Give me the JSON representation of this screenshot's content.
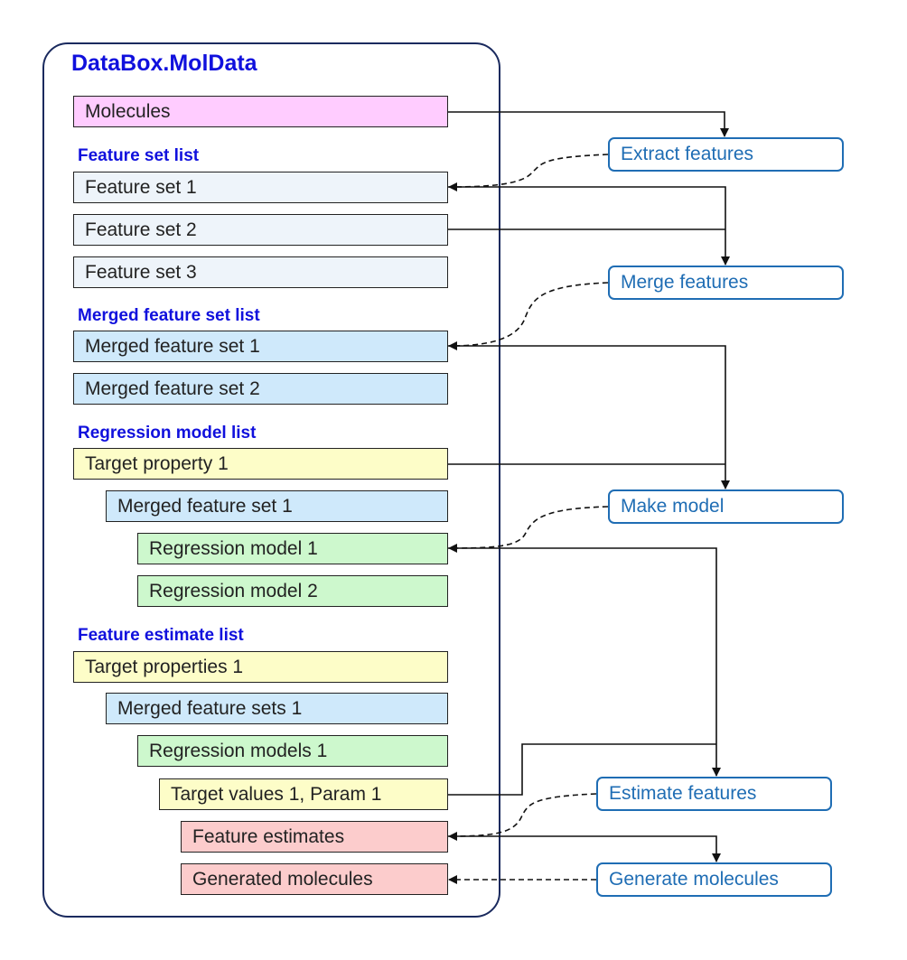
{
  "title": "DataBox.MolData",
  "sections": {
    "feature_set_list": "Feature set list",
    "merged_feature_set_list": "Merged feature set list",
    "regression_model_list": "Regression model list",
    "feature_estimate_list": "Feature estimate list"
  },
  "boxes": {
    "molecules": "Molecules",
    "feature_set_1": "Feature set 1",
    "feature_set_2": "Feature set 2",
    "feature_set_3": "Feature set 3",
    "merged_feature_set_1": "Merged feature set 1",
    "merged_feature_set_2": "Merged feature set 2",
    "target_property_1": "Target property 1",
    "reg_merged_feature_set_1": "Merged feature set 1",
    "regression_model_1": "Regression model 1",
    "regression_model_2": "Regression model 2",
    "target_properties_1": "Target properties 1",
    "merged_feature_sets_1": "Merged feature sets 1",
    "regression_models_1": "Regression models 1",
    "target_values_1": "Target values 1, Param 1",
    "feature_estimates": "Feature estimates",
    "generated_molecules": "Generated molecules"
  },
  "actions": {
    "extract_features": "Extract features",
    "merge_features": "Merge features",
    "make_model": "Make model",
    "estimate_features": "Estimate features",
    "generate_molecules": "Generate molecules"
  },
  "colors": {
    "title": "#1010dd",
    "action_border": "#1f6db4",
    "container_border": "#1a2a5e",
    "molecules": "#ffccff",
    "feature_set": "#eef4fa",
    "merged": "#cfe9fb",
    "target": "#fdfdc8",
    "model": "#cdf8cd",
    "estimate": "#fccccc"
  }
}
